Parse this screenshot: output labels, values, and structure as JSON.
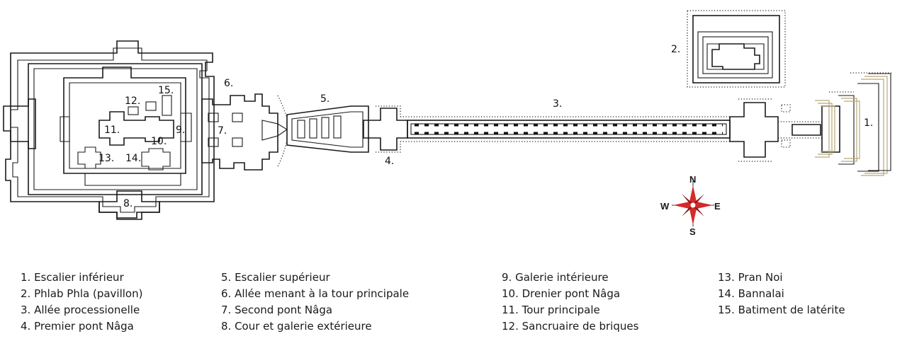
{
  "plan_labels": [
    "1.",
    "2.",
    "3.",
    "4.",
    "5.",
    "6.",
    "7.",
    "8.",
    "9.",
    "10.",
    "11.",
    "12.",
    "13.",
    "14.",
    "15."
  ],
  "compass": {
    "north": "N",
    "south": "S",
    "east": "E",
    "west": "W",
    "color": "#d42a2a"
  },
  "legend": {
    "col1": [
      "1. Escalier inférieur",
      "2. Phlab Phla (pavillon)",
      "3. Allée processionelle",
      "4. Premier pont Nâga"
    ],
    "col2": [
      "5. Escalier supérieur",
      "6. Allée menant à  la tour principale",
      "7. Second pont Nâga",
      "8. Cour et galerie extérieure"
    ],
    "col3": [
      "9. Galerie intérieure",
      "10. Drenier pont Nâga",
      "11. Tour principale",
      "12. Sancruaire de briques"
    ],
    "col4": [
      "13. Pran Noi",
      "14. Bannalai",
      "15. Batiment de latérite"
    ]
  }
}
